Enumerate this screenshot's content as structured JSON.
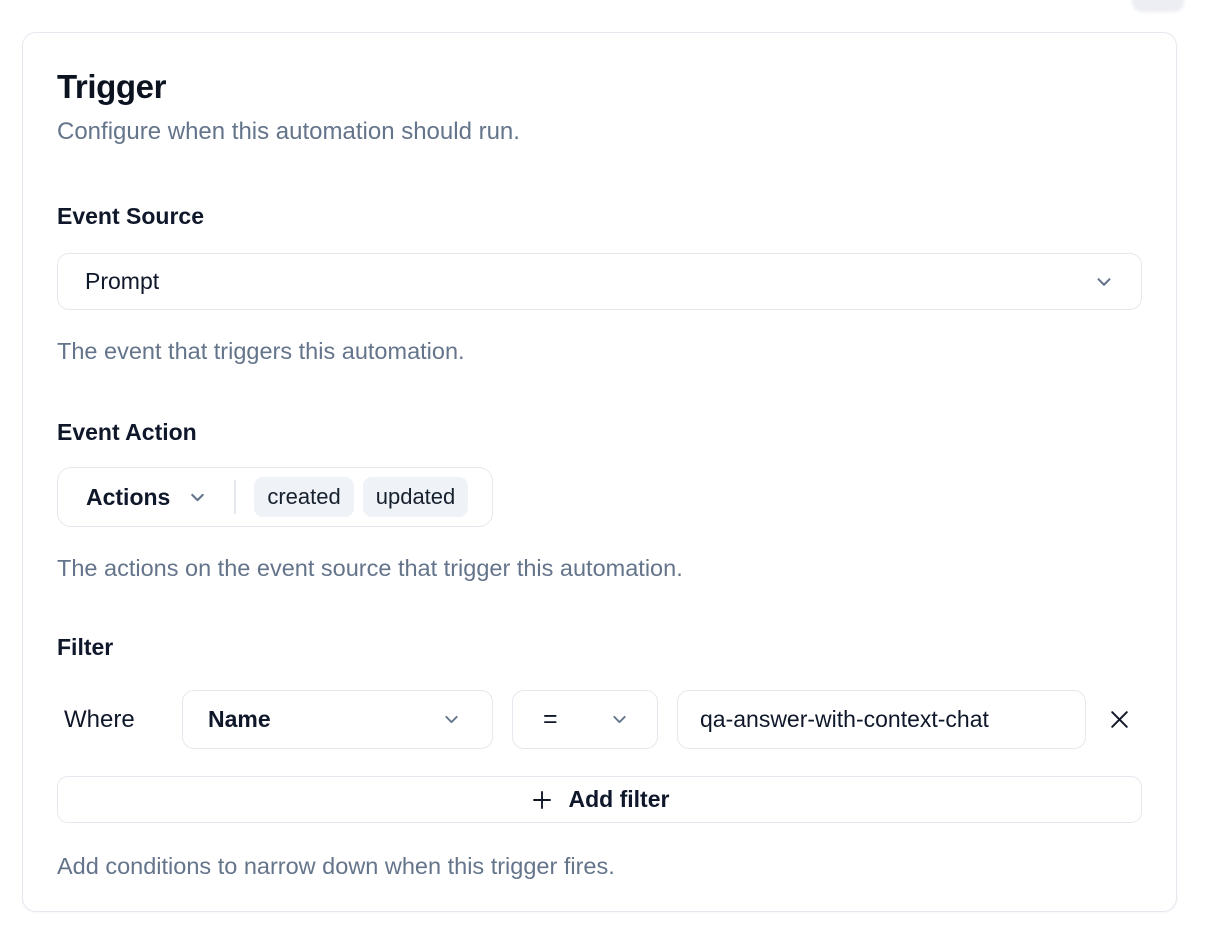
{
  "card": {
    "title": "Trigger",
    "subtitle": "Configure when this automation should run."
  },
  "event_source": {
    "label": "Event Source",
    "value": "Prompt",
    "helper": "The event that triggers this automation."
  },
  "event_action": {
    "label": "Event Action",
    "dropdown_label": "Actions",
    "tags": [
      "created",
      "updated"
    ],
    "helper": "The actions on the event source that trigger this automation."
  },
  "filter": {
    "label": "Filter",
    "where_label": "Where",
    "field_value": "Name",
    "operator_value": "=",
    "value": "qa-answer-with-context-chat",
    "add_button_label": "Add filter",
    "helper": "Add conditions to narrow down when this trigger fires."
  },
  "colors": {
    "border": "#e5e8ee",
    "text_primary": "#0f172a",
    "text_muted": "#64748b",
    "chip_background": "#eff2f7"
  },
  "icons": {
    "chevron_down": "chevron-down",
    "plus": "plus",
    "close": "close"
  }
}
